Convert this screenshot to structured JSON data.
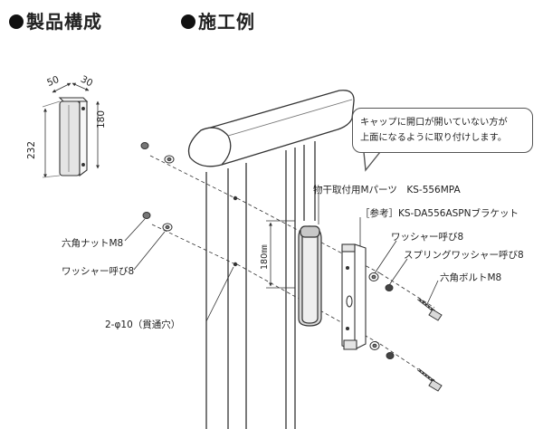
{
  "headings": {
    "components": "製品構成",
    "example": "施工例"
  },
  "dimensions": {
    "width": "50",
    "depth": "30",
    "height": "180",
    "total": "232",
    "mount_span": "180㎜"
  },
  "note": {
    "line1": "キャップに開口が開いていない方が",
    "line2": "上面になるように取り付けします。"
  },
  "parts": {
    "mpa": "物干取付用Mパーツ　KS-556MPA",
    "bracket": "［参考］KS-DA556ASPNブラケット",
    "washer_right": "ワッシャー呼び8",
    "spring_washer": "スプリングワッシャー呼び8",
    "bolt": "六角ボルトM8",
    "nut": "六角ナットM8",
    "washer_left": "ワッシャー呼び8",
    "through_hole": "2-φ10（貫通穴）"
  },
  "colors": {
    "line": "#333333",
    "cap": "#cfcfcf",
    "part_fill": "#e4e4e4"
  }
}
